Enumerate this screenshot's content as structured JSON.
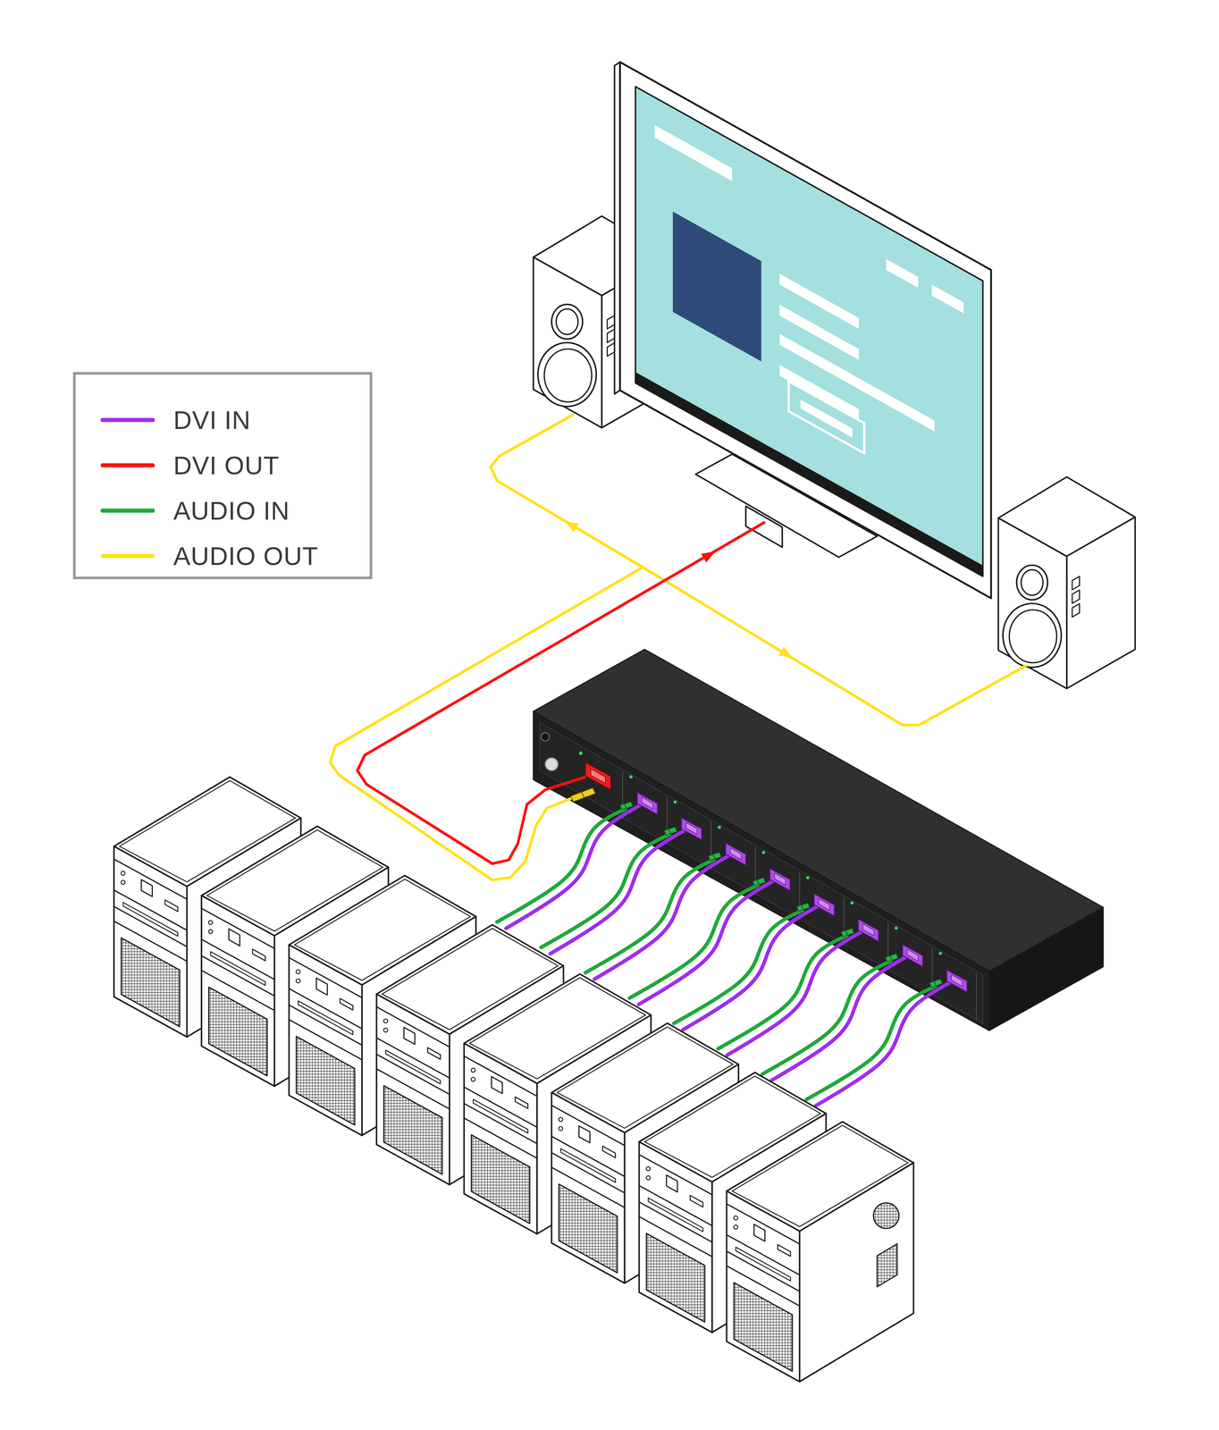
{
  "diagram": {
    "legend": [
      {
        "text": "DVI IN",
        "color": "#a02cf0"
      },
      {
        "text": "DVI OUT",
        "color": "#ff1010"
      },
      {
        "text": "AUDIO IN",
        "color": "#1fa83a"
      },
      {
        "text": "AUDIO OUT",
        "color": "#ffe21a"
      }
    ]
  }
}
